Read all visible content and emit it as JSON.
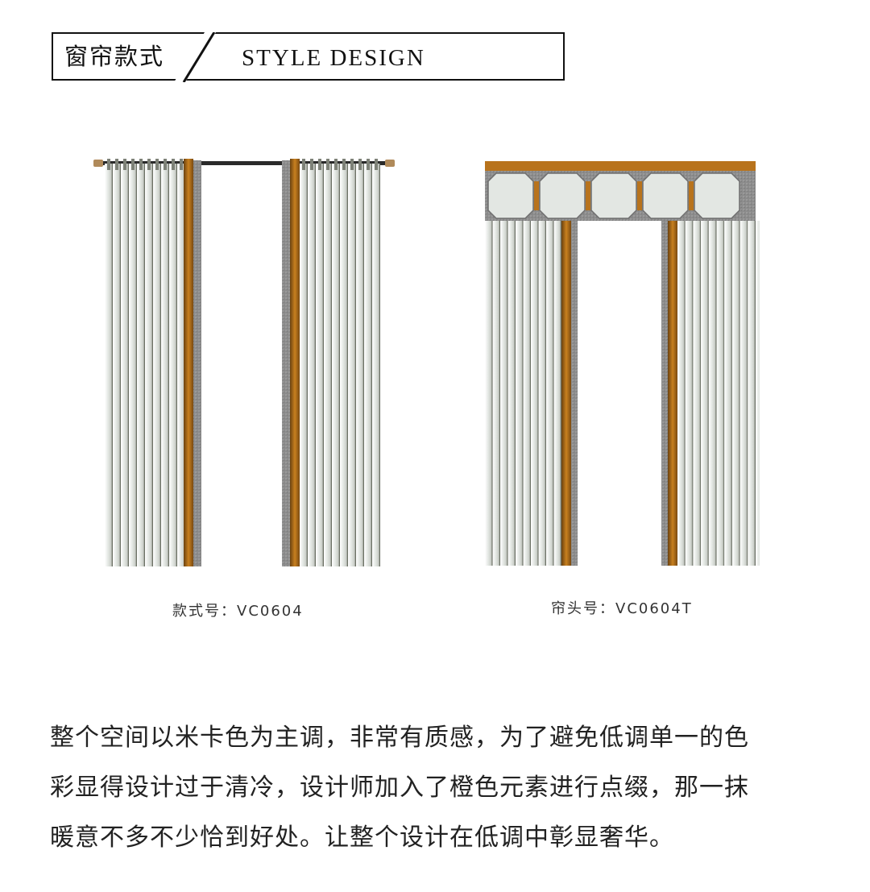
{
  "header": {
    "title_cn": "窗帘款式",
    "title_en": "STYLE DESIGN"
  },
  "products": [
    {
      "caption": "款式号：VC0604"
    },
    {
      "caption": "帘头号：VC0604T"
    }
  ],
  "description": {
    "lines": [
      "整个空间以米卡色为主调，非常有质感，为了避免低调单一的色",
      "彩显得设计过于清冷，设计师加入了橙色元素进行点缀，那一抹",
      "暖意不多不少恰到好处。让整个设计在低调中彰显奢华。"
    ]
  },
  "colors": {
    "curtain_main": "#dfe3df",
    "curtain_shadow": "#5e6355",
    "accent_orange": "#b8731c",
    "liner_gray": "#8a8a8a",
    "rod": "#2a2a2a",
    "rod_cap": "#b08a5a"
  }
}
